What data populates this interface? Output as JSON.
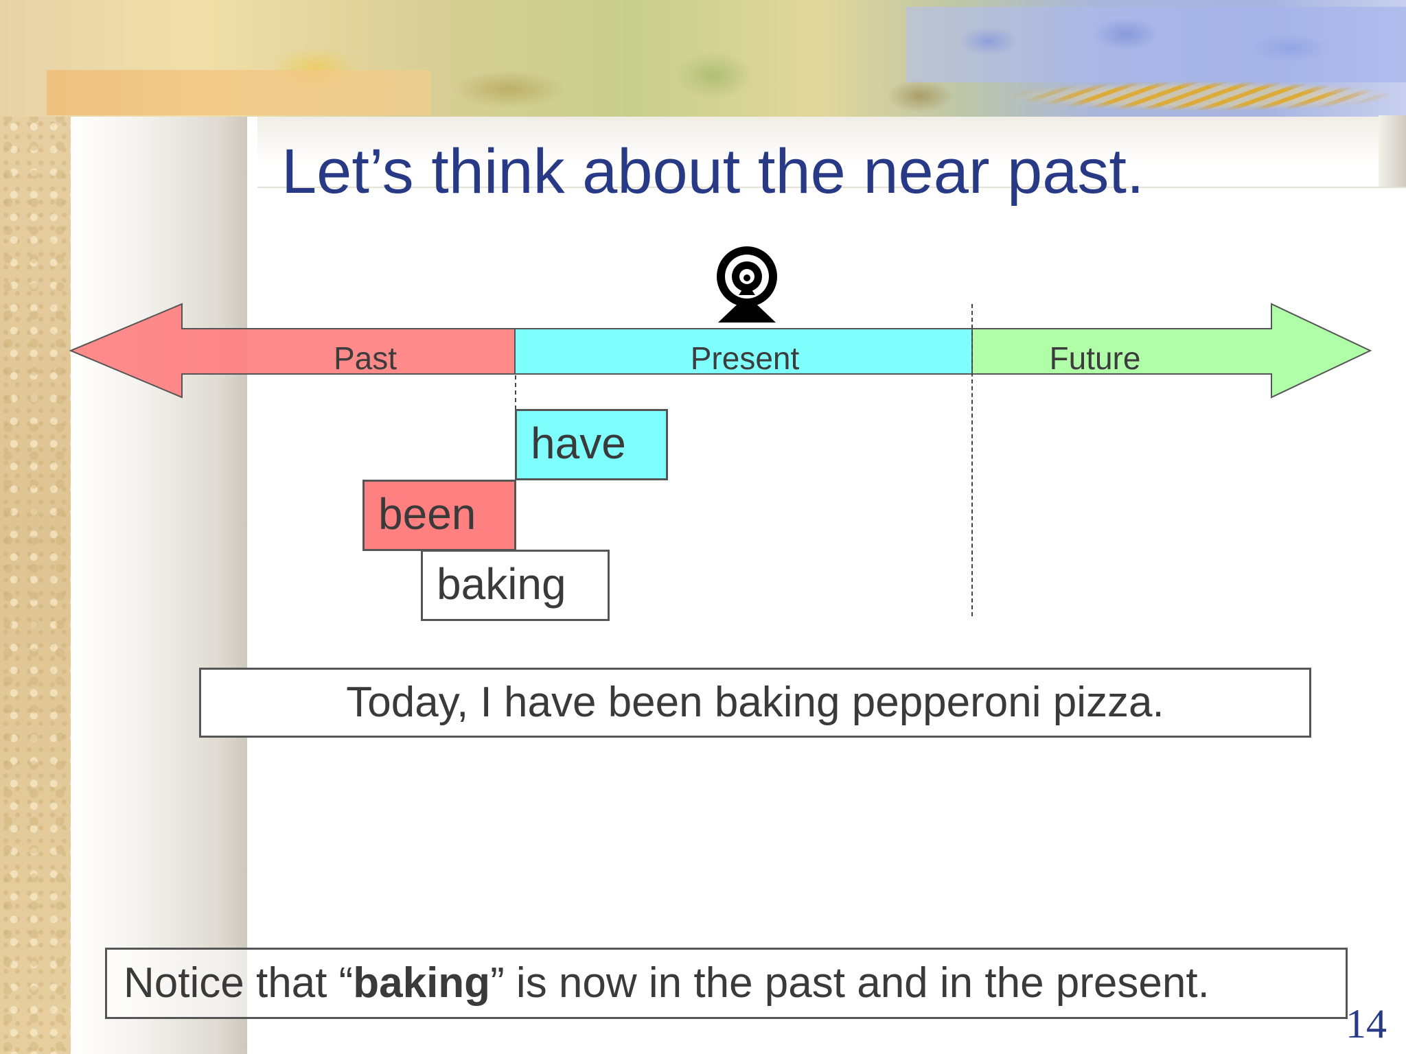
{
  "slide": {
    "title": "Let’s think about the near past.",
    "page_number": "14"
  },
  "timeline": {
    "segments": [
      {
        "label": "Past",
        "color": "#ff8080"
      },
      {
        "label": "Present",
        "color": "#80ffff"
      },
      {
        "label": "Future",
        "color": "#b0ffa8"
      }
    ],
    "observer_icon": "person-under-target-icon"
  },
  "verb_parts": [
    {
      "word": "have",
      "color": "#80ffff"
    },
    {
      "word": "been",
      "color": "#ff8080"
    },
    {
      "word": "baking",
      "color": "#ffffff"
    }
  ],
  "example_sentence": "Today, I have been baking pepperoni pizza.",
  "notice": {
    "prefix": "Notice that “",
    "bold_word": "baking",
    "suffix": "” is now in the past and in the present."
  }
}
